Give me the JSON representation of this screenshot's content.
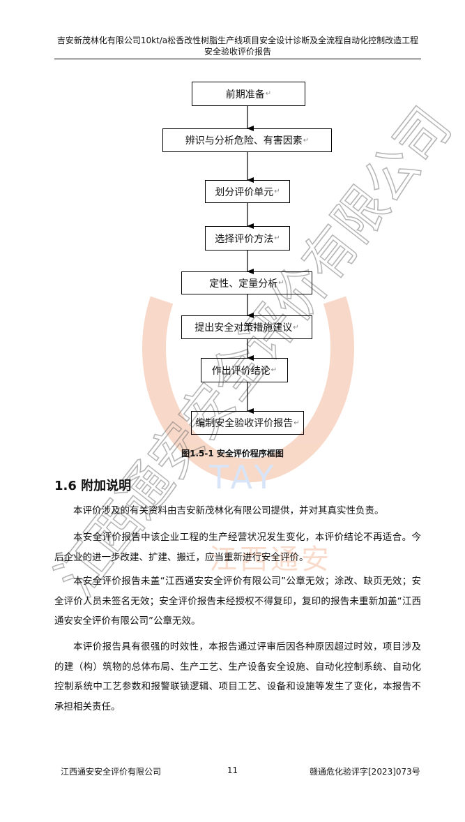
{
  "header": {
    "line1": "吉安新茂林化有限公司10kt/a松香改性树脂生产线项目安全设计诊断及全流程自动化控制改造工程",
    "line2": "安全验收评价报告"
  },
  "flowchart": {
    "steps": [
      "前期准备",
      "辨识与分析危险、有害因素",
      "划分评价单元",
      "选择评价方法",
      "定性、定量分析",
      "提出安全对策措施建议",
      "作出评价结论",
      "编制安全验收评价报告"
    ],
    "caption": "图1.5-1  安全评价程序框图"
  },
  "section": {
    "title": "1.6 附加说明"
  },
  "paragraphs": [
    "本评价涉及的有关资料由吉安新茂林化有限公司提供，并对其真实性负责。",
    "本安全评价报告中该企业工程的生产经营状况发生变化，本评价结论不再适合。今后企业的进一步改建、扩建、搬迁，应当重新进行安全评价。",
    "本安全评价报告未盖“江西通安安全评价有限公司”公章无效；涂改、缺页无效；安全评价人员未签名无效；安全评价报告未经授权不得复印，复印的报告未重新加盖“江西通安安全评价有限公司”公章无效。",
    "本评价报告具有很强的时效性，本报告通过评审后因各种原因超过时效，项目涉及的建（构）筑物的总体布局、生产工艺、生产设备安全设施、自动化控制系统、自动化控制系统中工艺参数和报警联锁逻辑、项目工艺、设备和设施等发生了变化，本报告不承担相关责任。"
  ],
  "watermark": {
    "text": "江西通安安全评价有限公司",
    "logo_letters": "TAY",
    "logo_text": "江西通安",
    "color": "#f2b79a"
  },
  "footer": {
    "left": "江西通安安全评价有限公司",
    "page_number": "11",
    "right": "赣通危化验评字[2023]073号"
  }
}
